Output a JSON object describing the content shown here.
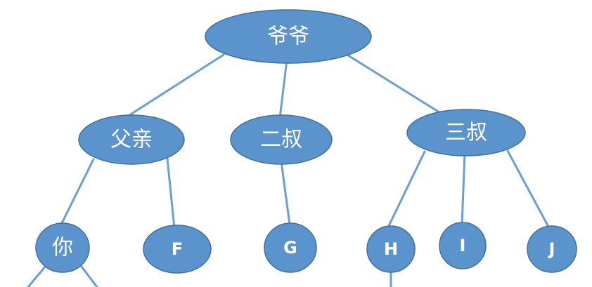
{
  "tree": {
    "nodes": [
      {
        "id": "grandpa",
        "label": "爷爷"
      },
      {
        "id": "father",
        "label": "父亲"
      },
      {
        "id": "uncle2",
        "label": "二叔"
      },
      {
        "id": "uncle3",
        "label": "三叔"
      },
      {
        "id": "you",
        "label": "你"
      },
      {
        "id": "f",
        "label": "F"
      },
      {
        "id": "g",
        "label": "G"
      },
      {
        "id": "h",
        "label": "H"
      },
      {
        "id": "i",
        "label": "I"
      },
      {
        "id": "j",
        "label": "J"
      }
    ],
    "edges": [
      [
        "grandpa",
        "father"
      ],
      [
        "grandpa",
        "uncle2"
      ],
      [
        "grandpa",
        "uncle3"
      ],
      [
        "father",
        "you"
      ],
      [
        "father",
        "f"
      ],
      [
        "uncle2",
        "g"
      ],
      [
        "uncle3",
        "h"
      ],
      [
        "uncle3",
        "i"
      ],
      [
        "uncle3",
        "j"
      ]
    ],
    "colors": {
      "node_fill": "#5b93cc",
      "node_border": "#41719c",
      "edge": "#6a9fd2",
      "label": "#ffffff"
    }
  }
}
